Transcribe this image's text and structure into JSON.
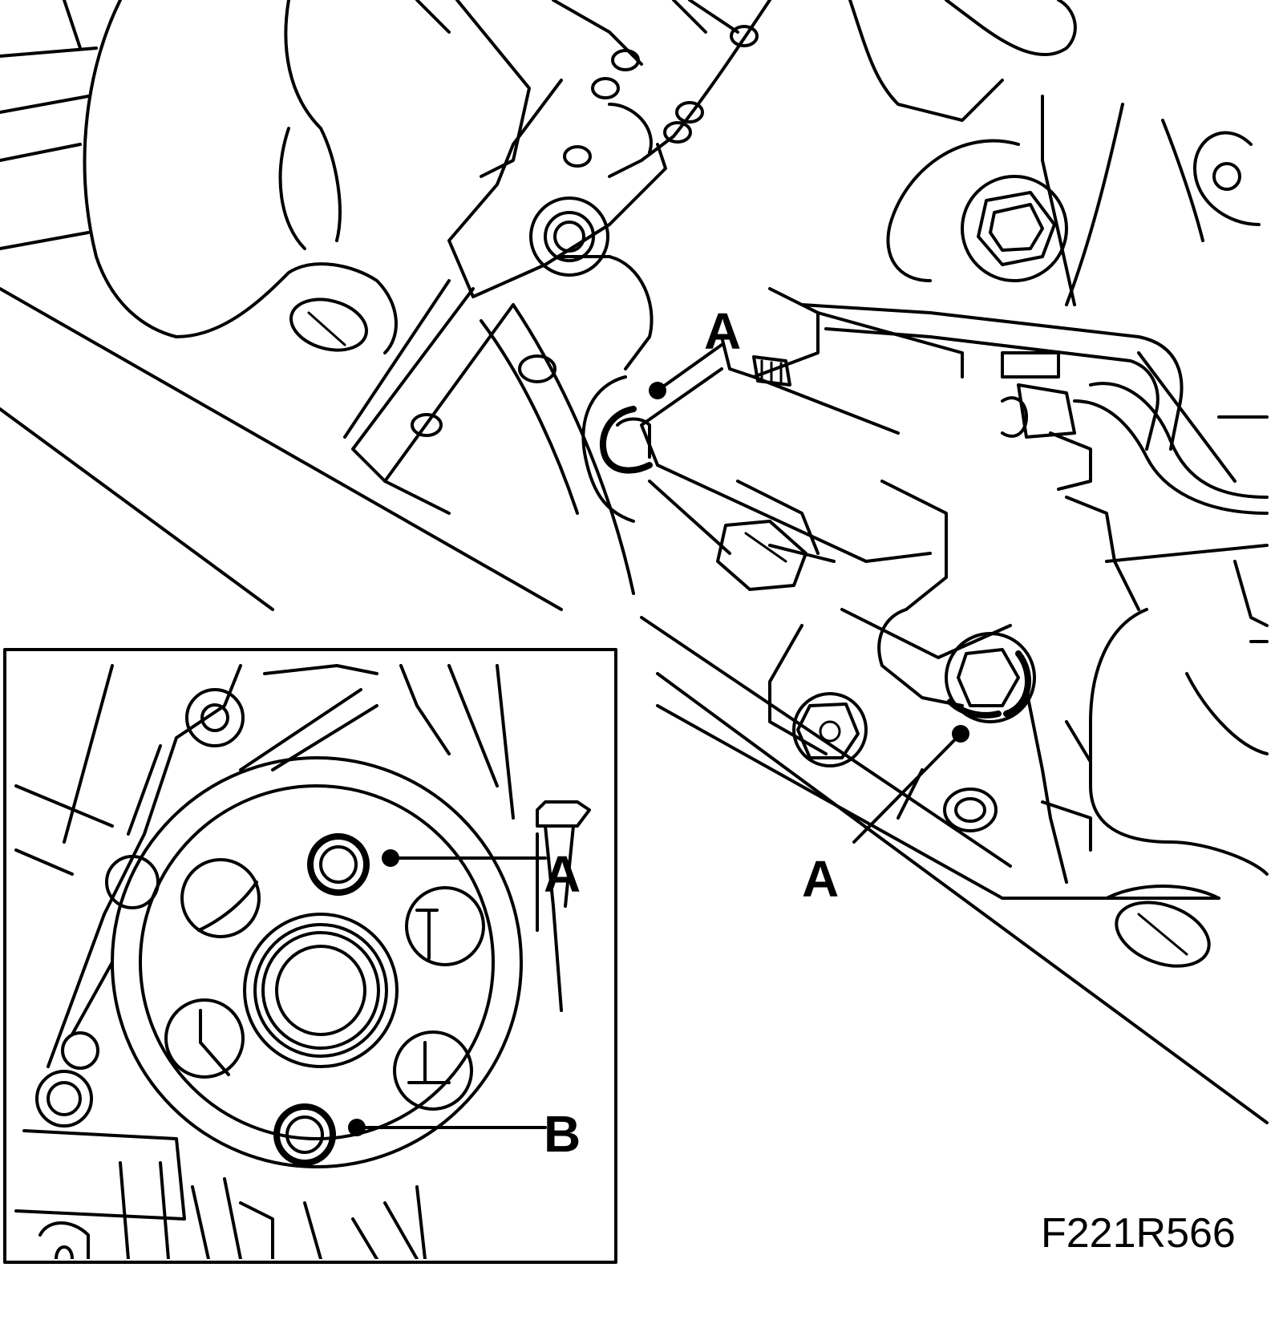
{
  "callouts": {
    "a_top": "A",
    "a_lower": "A",
    "a_inset": "A",
    "b_inset": "B"
  },
  "figure_ref": "F221R566",
  "colors": {
    "line": "#000000",
    "background": "#ffffff"
  }
}
